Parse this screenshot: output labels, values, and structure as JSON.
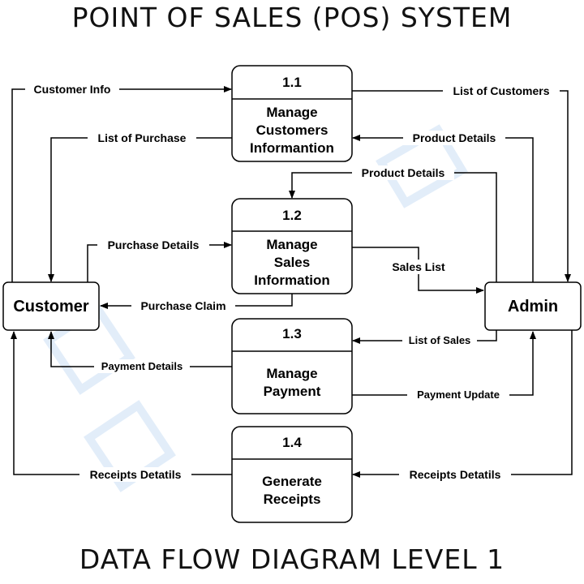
{
  "title": "POINT OF SALES (POS) SYSTEM",
  "subtitle": "DATA FLOW DIAGRAM LEVEL 1",
  "entities": {
    "customer": "Customer",
    "admin": "Admin"
  },
  "processes": {
    "p1": {
      "number": "1.1",
      "lines": [
        "Manage",
        "Customers",
        "Informantion"
      ]
    },
    "p2": {
      "number": "1.2",
      "lines": [
        "Manage",
        "Sales",
        "Information"
      ]
    },
    "p3": {
      "number": "1.3",
      "lines": [
        "Manage",
        "Payment"
      ]
    },
    "p4": {
      "number": "1.4",
      "lines": [
        "Generate",
        "Receipts"
      ]
    }
  },
  "flows": {
    "customer_info": "Customer Info",
    "list_of_customers": "List of Customers",
    "list_of_purchase": "List of Purchase",
    "product_details_1": "Product Details",
    "product_details_2": "Product Details",
    "purchase_details": "Purchase Details",
    "sales_list": "Sales List",
    "purchase_claim": "Purchase Claim",
    "list_of_sales": "List of Sales",
    "payment_details": "Payment Details",
    "payment_update": "Payment Update",
    "receipts_details_customer": "Receipts Detatils",
    "receipts_details_admin": "Receipts Detatils"
  }
}
